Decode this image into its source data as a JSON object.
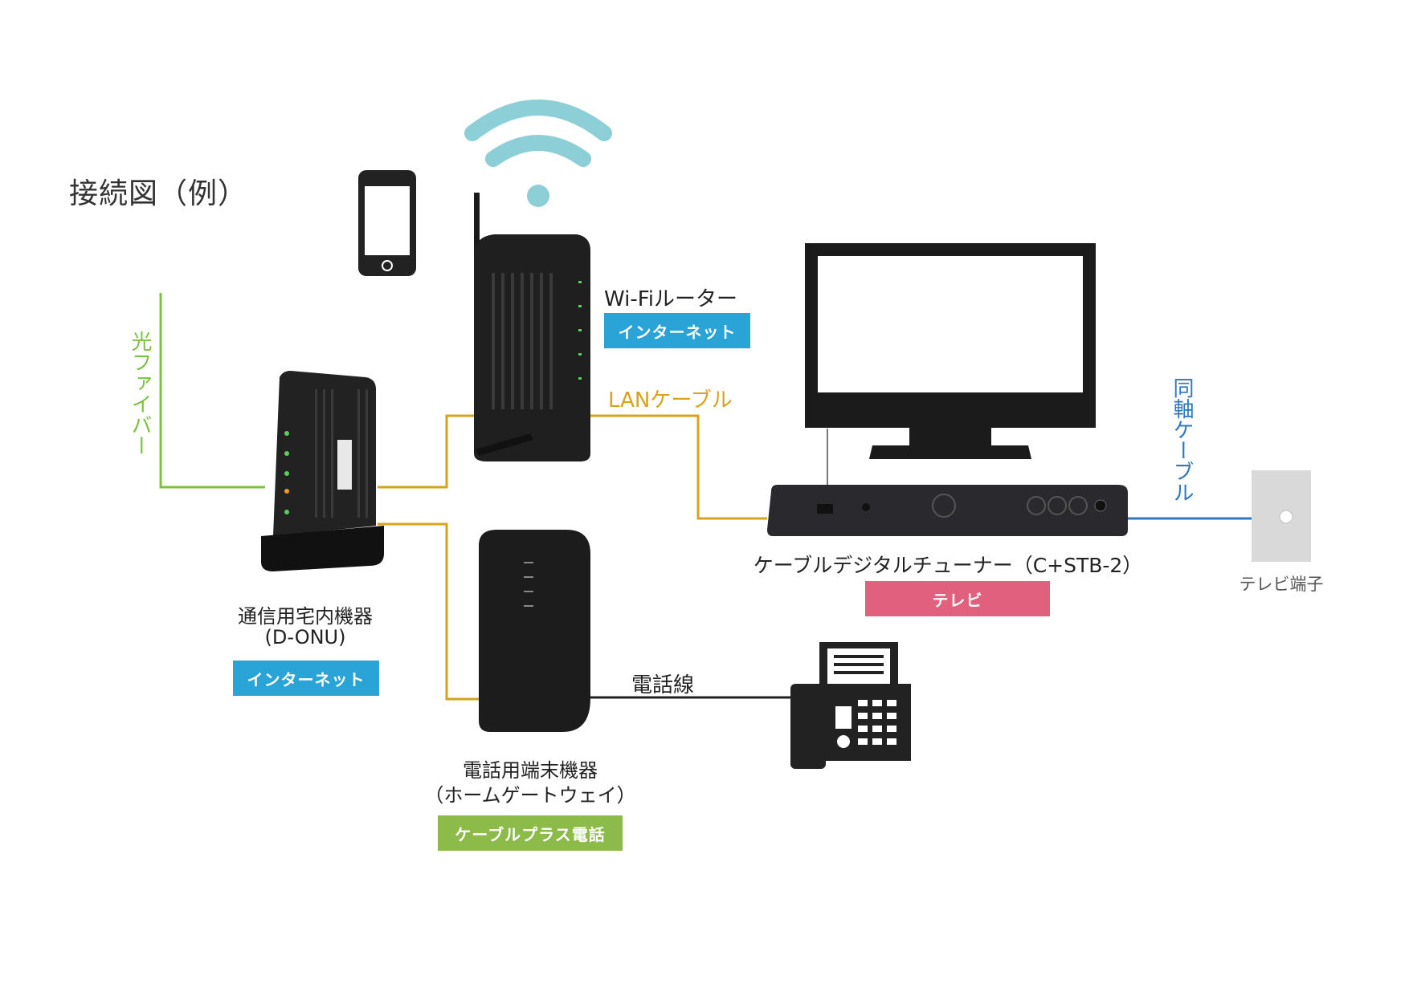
{
  "title": "接続図（例）",
  "labels": {
    "wifi_router": "Wi-Fiルーター",
    "lan_cable": "LANケーブル",
    "fiber": "光ファイバー",
    "coax": "同軸ケーブル",
    "onu_name": "通信用宅内機器",
    "onu_model": "(D-ONU)",
    "tuner": "ケーブルデジタルチューナー（C+STB-2）",
    "tv_outlet": "テレビ端子",
    "phone_line": "電話線",
    "gateway_name": "電話用端末機器",
    "gateway_model": "（ホームゲートウェイ）"
  },
  "badges": {
    "router_internet": "インターネット",
    "onu_internet": "インターネット",
    "tv": "テレビ",
    "cable_plus_phone": "ケーブルプラス電話"
  },
  "colors": {
    "fiber": "#7cc242",
    "lan": "#d9a21b",
    "coax": "#2f77c0",
    "phone": "#222222",
    "wifi": "#8ccfd6",
    "blue_badge": "#2aa3d6",
    "pink_badge": "#e0607e",
    "green_badge": "#8cbb4a"
  },
  "icons": [
    "smartphone-icon",
    "wifi-icon",
    "fax-phone-icon",
    "tv-icon"
  ]
}
